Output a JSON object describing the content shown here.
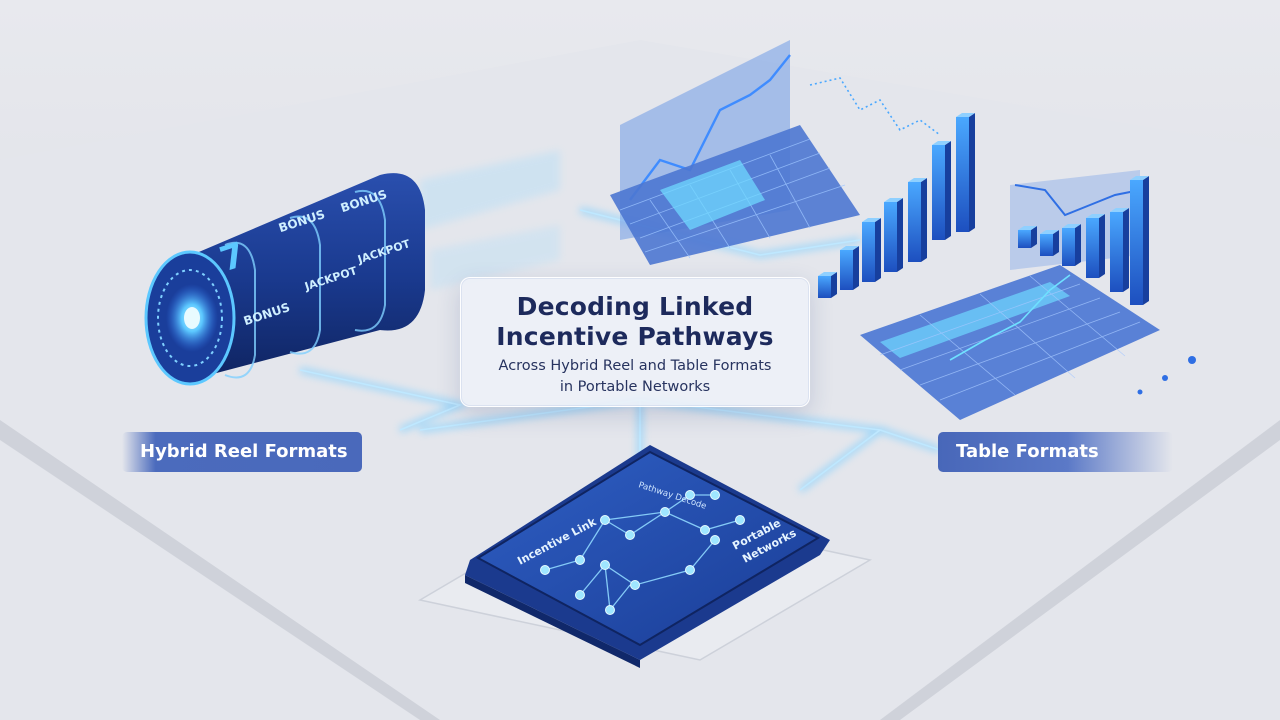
{
  "title": {
    "line1": "Decoding Linked",
    "line2": "Incentive Pathways",
    "subtitle1": "Across Hybrid Reel and Table Formats",
    "subtitle2": "in Portable Networks"
  },
  "labels": {
    "reel": "Hybrid Reel Formats",
    "table": "Table Formats"
  },
  "reel": {
    "symbols": [
      "BONUS",
      "JACKPOT",
      "BONUS",
      "JACKPOT",
      "BONUS",
      "7"
    ]
  },
  "tablet": {
    "left_title": "Incentive Link",
    "top_title": "Pathway Decode",
    "right_title_1": "Portable",
    "right_title_2": "Networks"
  },
  "colors": {
    "background": "#dfe1e7",
    "accent": "#2f6fe4",
    "glow": "#5cc8ff",
    "navy": "#1d2a5c",
    "pill": "#4a69bb"
  },
  "icons": [
    "slot-reel-icon",
    "tablet-icon",
    "bar-chart-icon",
    "line-chart-icon",
    "data-table-icon"
  ]
}
